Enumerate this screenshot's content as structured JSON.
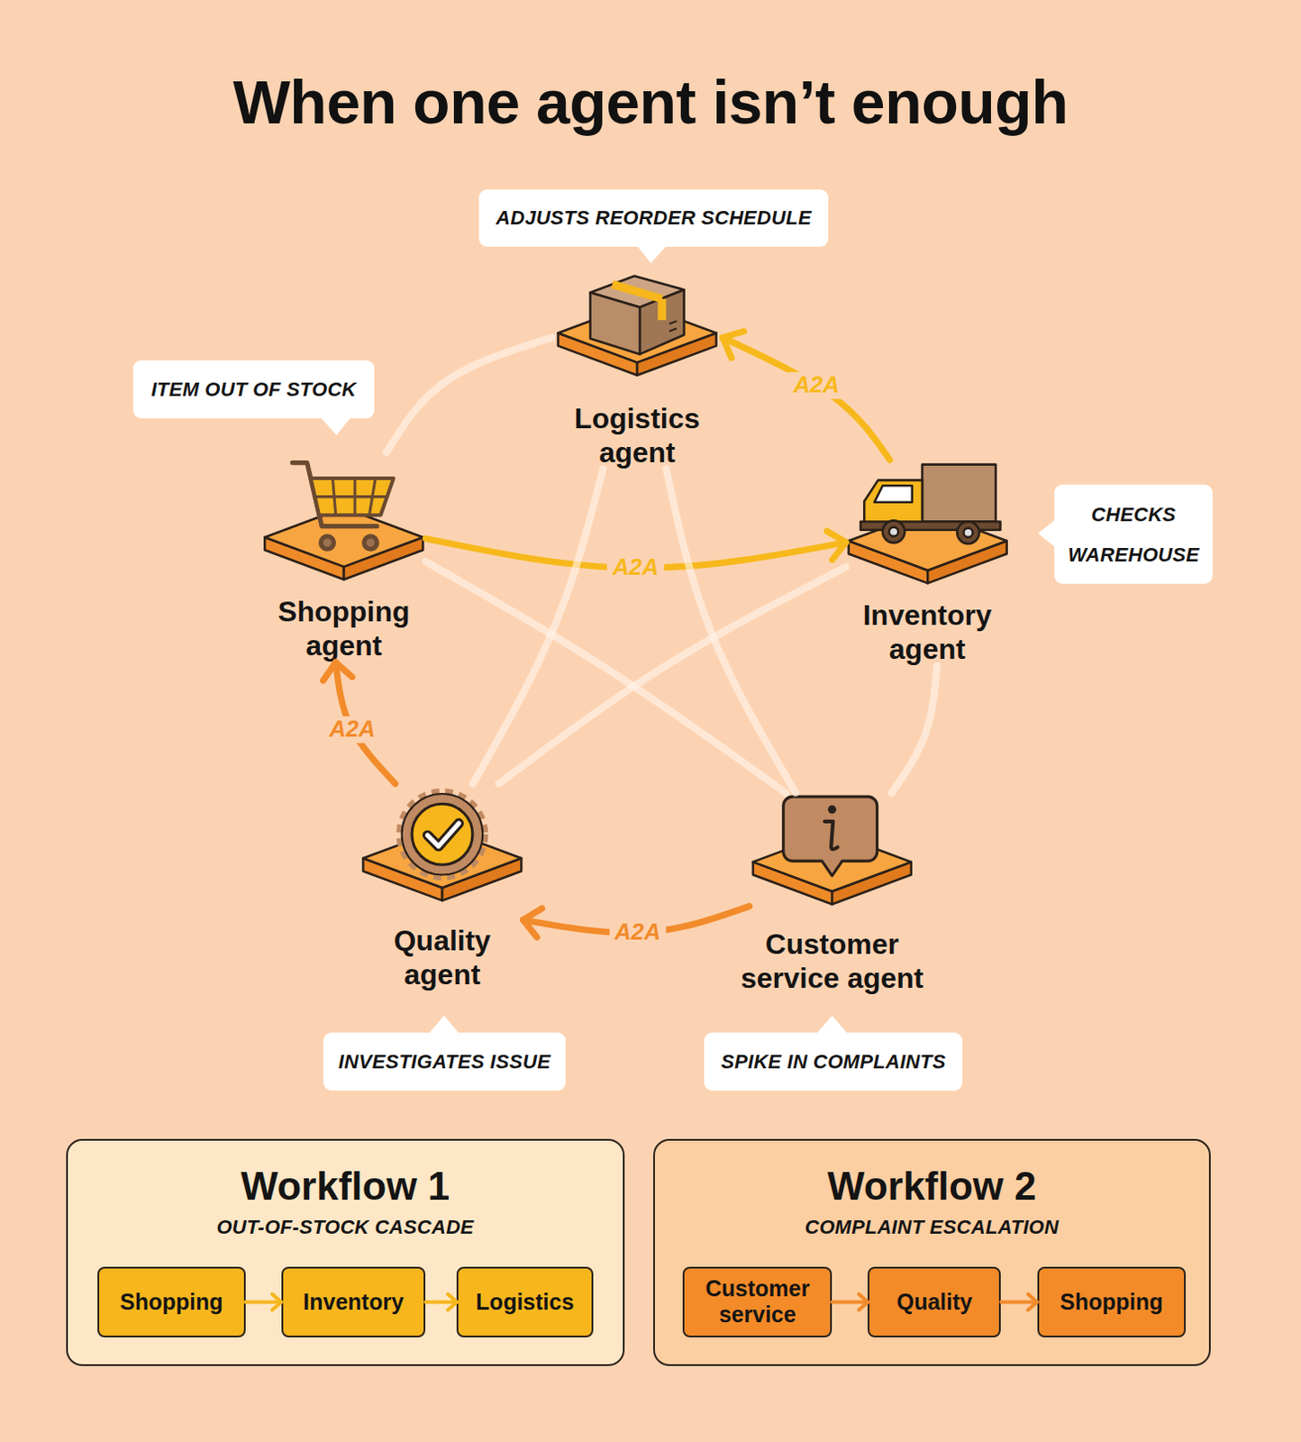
{
  "diagram": {
    "title": "When one agent isn’t enough",
    "nodes": [
      {
        "text": [
          "ADJUSTS REORDER SCHEDULE"
        ]
      },
      {
        "text": [
          "Logistics agent"
        ]
      },
      {
        "text": [
          "ITEM OUT OF STOCK"
        ]
      },
      {
        "text": [
          "Shopping agent"
        ]
      },
      {
        "text": [
          "Inventory agent"
        ]
      },
      {
        "text": [
          "CHECKS WAREHOUSE"
        ]
      },
      {
        "text": [
          "Quality agent"
        ]
      },
      {
        "text": [
          "Customer service agent"
        ]
      },
      {
        "text": [
          "INVESTIGATES ISSUE"
        ]
      },
      {
        "text": [
          "SPIKE IN COMPLAINTS"
        ]
      },
      {
        "text": [
          "Workflow 1",
          "OUT-OF-STOCK CASCADE"
        ]
      },
      {
        "text": [
          "Shopping"
        ],
        "in": 10
      },
      {
        "text": [
          "Inventory"
        ],
        "in": 10
      },
      {
        "text": [
          "Logistics"
        ],
        "in": 10
      },
      {
        "text": [
          "Workflow 2",
          "COMPLAINT ESCALATION"
        ]
      },
      {
        "text": [
          "Customer service"
        ],
        "in": 14
      },
      {
        "text": [
          "Quality"
        ],
        "in": 14
      },
      {
        "text": [
          "Shopping"
        ],
        "in": 14
      }
    ],
    "edges": [
      {
        "from": 3,
        "to": 4,
        "label": "A2A",
        "arrow": "to"
      },
      {
        "from": 4,
        "to": 1,
        "label": "A2A",
        "arrow": "to"
      },
      {
        "from": 7,
        "to": 6,
        "label": "A2A",
        "arrow": "to"
      },
      {
        "from": 6,
        "to": 3,
        "label": "A2A",
        "arrow": "to"
      },
      {
        "from": 3,
        "to": 1,
        "arrow": "none"
      },
      {
        "from": 4,
        "to": 7,
        "arrow": "none"
      },
      {
        "from": 1,
        "to": 6,
        "arrow": "none"
      },
      {
        "from": 1,
        "to": 7,
        "arrow": "none"
      },
      {
        "from": 3,
        "to": 7,
        "arrow": "none"
      },
      {
        "from": 6,
        "to": 4,
        "arrow": "none"
      },
      {
        "from": 11,
        "to": 12,
        "arrow": "to"
      },
      {
        "from": 12,
        "to": 13,
        "arrow": "to"
      },
      {
        "from": 15,
        "to": 16,
        "arrow": "to"
      },
      {
        "from": 16,
        "to": 17,
        "arrow": "to"
      }
    ]
  }
}
